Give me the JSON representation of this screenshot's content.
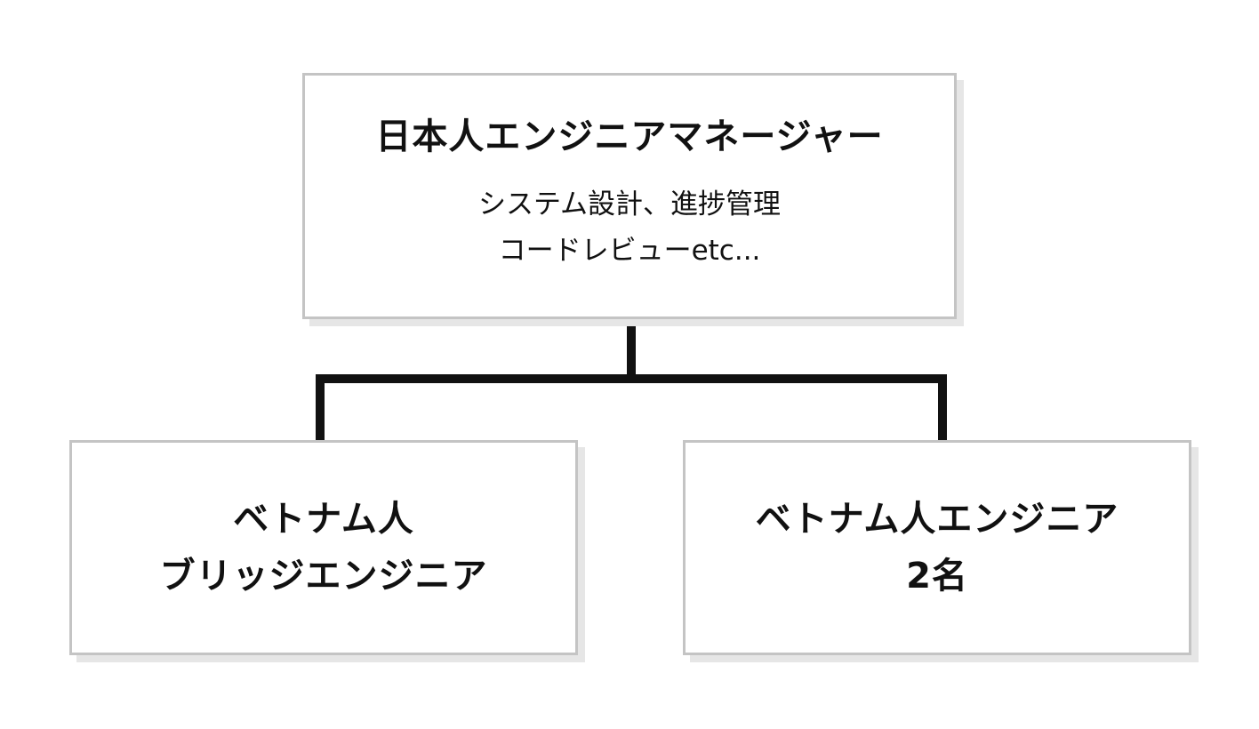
{
  "manager": {
    "title": "日本人エンジニアマネージャー",
    "description_lines": [
      "システム設計、進捗管理",
      "コードレビューetc..."
    ]
  },
  "bridge": {
    "lines": [
      "ベトナム人",
      "ブリッジエンジニア"
    ]
  },
  "engineers": {
    "lines": [
      "ベトナム人エンジニア",
      "2名"
    ]
  },
  "colors": {
    "box_border": "#c4c4c4",
    "box_shadow": "#e6e6e6",
    "connector": "#111111",
    "text": "#111111"
  }
}
